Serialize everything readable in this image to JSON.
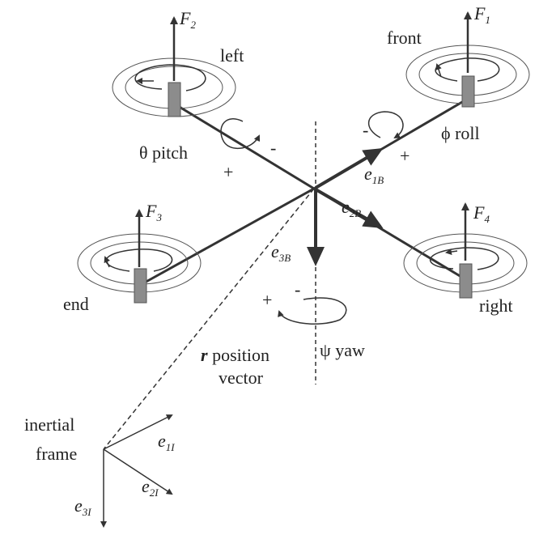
{
  "rotors": {
    "left": {
      "force": "F",
      "force_sub": "2",
      "label": "left"
    },
    "front": {
      "force": "F",
      "force_sub": "1",
      "label": "front"
    },
    "end": {
      "force": "F",
      "force_sub": "3",
      "label": "end"
    },
    "right": {
      "force": "F",
      "force_sub": "4",
      "label": "right"
    }
  },
  "angles": {
    "pitch": "θ pitch",
    "roll": "ϕ roll",
    "yaw": "ψ yaw",
    "plus": "+",
    "minus": "-"
  },
  "body_axes": {
    "e1": {
      "base": "e",
      "sub": "1B"
    },
    "e2": {
      "base": "e",
      "sub": "2B"
    },
    "e3": {
      "base": "e",
      "sub": "3B"
    }
  },
  "position": {
    "symbol": "r",
    "line1": " position",
    "line2": "vector"
  },
  "inertial": {
    "line1": "inertial",
    "line2": "frame",
    "e1": {
      "base": "e",
      "sub": "1I"
    },
    "e2": {
      "base": "e",
      "sub": "2I"
    },
    "e3": {
      "base": "e",
      "sub": "3I"
    }
  },
  "colors": {
    "line": "#333333",
    "motor": "#8c8c8c",
    "ring": "#555555"
  }
}
